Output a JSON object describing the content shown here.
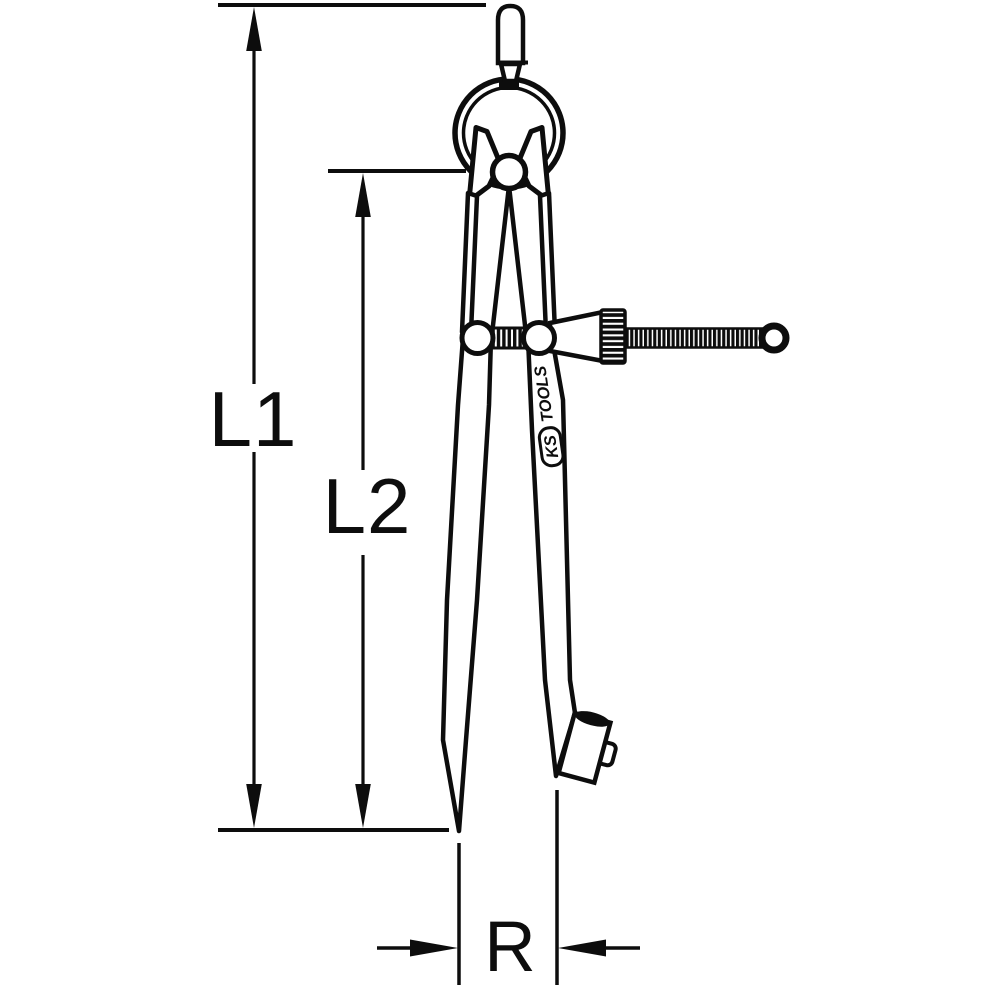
{
  "drawing": {
    "subject": "spring-divider-caliper-technical-drawing",
    "colors": {
      "line": "#0d0d0d",
      "background": "#ffffff"
    }
  },
  "dimensions": {
    "l1": {
      "label": "L1"
    },
    "l2": {
      "label": "L2"
    },
    "r": {
      "label": "R"
    }
  },
  "brand": {
    "ks": "KS",
    "tools": "TOOLS"
  }
}
